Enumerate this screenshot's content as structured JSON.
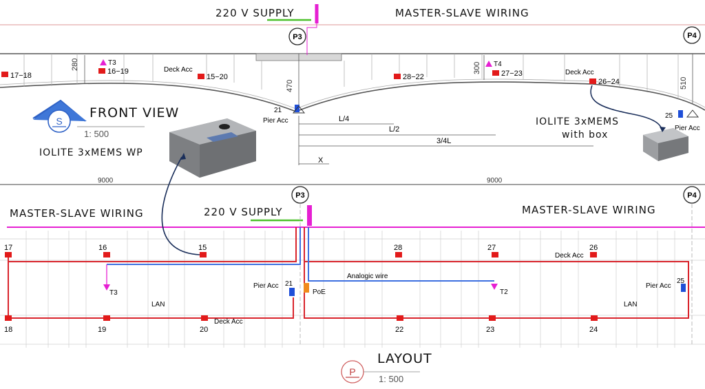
{
  "front": {
    "supply": "220 V SUPPLY",
    "wiring": "MASTER-SLAVE WIRING",
    "title": "FRONT VIEW",
    "view_letter": "S",
    "scale": "1: 500",
    "device_wp": "IOLITE 3xMEMS WP",
    "device_box_line1": "IOLITE 3xMEMS",
    "device_box_line2": "with box",
    "pier_p3": "P3",
    "pier_p4": "P4",
    "dims": {
      "d280": "280",
      "d470": "470",
      "d300": "300",
      "d510": "510",
      "l4": "L/4",
      "l2": "L/2",
      "l34": "3/4L",
      "x": "X",
      "span1": "9000",
      "span2": "9000"
    },
    "labels": {
      "s1718": "17−18",
      "t3": "T3",
      "s1619": "16−19",
      "deck1": "Deck Acc",
      "s1520": "15−20",
      "s2822": "28−22",
      "t4": "T4",
      "s2723": "27−23",
      "deck2": "Deck Acc",
      "s2624": "26−24",
      "n21": "21",
      "pier1": "Pier Acc",
      "n25": "25",
      "pier2": "Pier Acc"
    }
  },
  "layout": {
    "title": "LAYOUT",
    "view_letter": "P",
    "scale": "1: 500",
    "supply": "220 V SUPPLY",
    "wiring_left": "MASTER-SLAVE WIRING",
    "wiring_right": "MASTER-SLAVE WIRING",
    "pier_p3": "P3",
    "pier_p4": "P4",
    "nodes_top": [
      "17",
      "16",
      "15",
      "28",
      "27",
      "26"
    ],
    "nodes_bottom": [
      "18",
      "19",
      "20",
      "22",
      "23",
      "24"
    ],
    "deck_top": "Deck Acc",
    "deck_bottom": "Deck Acc",
    "pier_left": "Pier Acc",
    "pier_right": "Pier Acc",
    "n21": "21",
    "n25": "25",
    "poe": "PoE",
    "analogic": "Analogic wire",
    "t3": "T3",
    "t2": "T2",
    "lan_left": "LAN",
    "lan_right": "LAN"
  },
  "colors": {
    "sensor": "#e21a1a",
    "pier": "#1f4fd8",
    "magenta": "#e61fd2",
    "wire": "#d9232b",
    "blue_wire": "#3d6fe0",
    "poe": "#f08a1c",
    "green": "#4cc02a"
  }
}
